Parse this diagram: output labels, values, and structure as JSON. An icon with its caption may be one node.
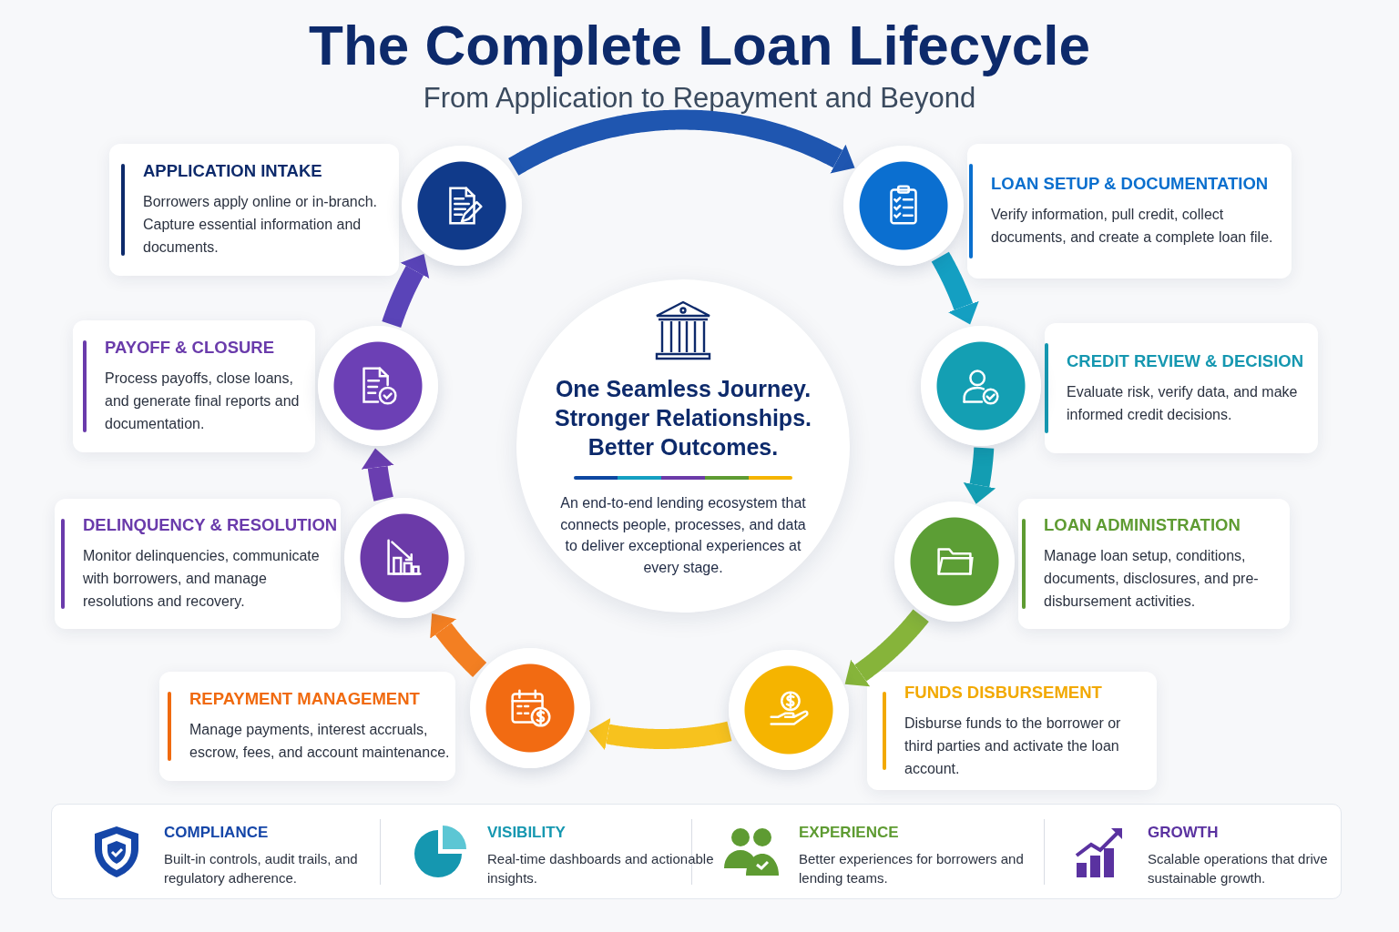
{
  "diagram": {
    "title": "The Complete Loan Lifecycle",
    "nodes": [
      {
        "text": [
          "APPLICATION INTAKE",
          "Borrowers apply online or in-branch. Capture essential information and documents."
        ]
      },
      {
        "text": [],
        "shape": "circle"
      },
      {
        "text": [
          "LOAN SETUP & DOCUMENTATION",
          "Verify information, pull credit, collect documents, and create a complete loan file."
        ]
      },
      {
        "text": [],
        "shape": "circle"
      },
      {
        "text": [
          "CREDIT REVIEW & DECISION",
          "Evaluate risk, verify data, and make informed credit decisions."
        ]
      },
      {
        "text": [],
        "shape": "circle"
      },
      {
        "text": [
          "LOAN ADMINISTRATION",
          "Manage loan setup, conditions, documents, disclosures, and pre-disbursement activities."
        ]
      },
      {
        "text": [],
        "shape": "circle"
      },
      {
        "text": [
          "FUNDS DISBURSEMENT",
          "Disburse funds to the borrower or third parties and activate the loan account."
        ]
      },
      {
        "text": [],
        "shape": "circle"
      },
      {
        "text": [
          "REPAYMENT MANAGEMENT",
          "Manage payments, interest accruals, escrow, fees, and account maintenance."
        ]
      },
      {
        "text": [],
        "shape": "circle"
      },
      {
        "text": [
          "DELINQUENCY & RESOLUTION",
          "Monitor delinquencies, communicate with borrowers, and manage resolutions and recovery."
        ]
      },
      {
        "text": [],
        "shape": "circle"
      },
      {
        "text": [
          "PAYOFF & CLOSURE",
          "Process payoffs, close loans, and generate final reports and documentation."
        ]
      },
      {
        "text": [],
        "shape": "circle"
      },
      {
        "text": [
          "One Seamless Journey. Stronger Relationships. Better Outcomes.",
          "An end-to-end lending ecosystem that connects people, processes, and data to deliver exceptional experiences at every stage."
        ]
      },
      {
        "text": [],
        "shape": "box"
      },
      {
        "text": [
          "COMPLIANCE",
          "Built-in controls, audit trails, and regulatory adherence."
        ],
        "in": 17
      },
      {
        "text": [
          "VISIBILITY",
          "Real-time dashboards and actionable insights."
        ],
        "in": 17
      },
      {
        "text": [
          "EXPERIENCE",
          "Better experiences for borrowers and lending teams."
        ],
        "in": 17
      },
      {
        "text": [
          "GROWTH",
          "Scalable operations that drive sustainable growth."
        ],
        "in": 17
      }
    ],
    "edges": [
      {
        "from": 1,
        "to": 3,
        "arrow": "to",
        "color": "#1f56b0"
      },
      {
        "from": 3,
        "to": 5,
        "arrow": "to",
        "color": "#149fc2"
      },
      {
        "from": 5,
        "to": 7,
        "arrow": "to",
        "color": "#139db2"
      },
      {
        "from": 7,
        "to": 9,
        "arrow": "to",
        "color": "#86b43a"
      },
      {
        "from": 9,
        "to": 11,
        "arrow": "to",
        "color": "#f7c21e"
      },
      {
        "from": 11,
        "to": 13,
        "arrow": "to",
        "color": "#f37f22"
      },
      {
        "from": 13,
        "to": 15,
        "arrow": "to",
        "color": "#6a3eb0"
      },
      {
        "from": 15,
        "to": 1,
        "arrow": "to",
        "color": "#5a44b8"
      }
    ],
    "labels": [
      "From Application to Repayment and Beyond"
    ]
  }
}
